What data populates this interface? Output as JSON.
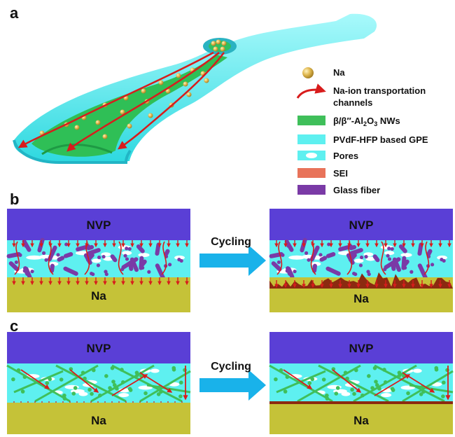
{
  "panels": {
    "a": "a",
    "b": "b",
    "c": "c"
  },
  "legend": {
    "na": "Na",
    "channels_line1": "Na-ion transportation",
    "channels_line2": "channels",
    "nw_prefix": "β/β″-Al",
    "nw_sub1": "2",
    "nw_mid": "O",
    "nw_sub2": "3",
    "nw_suffix": " NWs",
    "gpe": "PVdF-HFP based GPE",
    "pores": "Pores",
    "sei": "SEI",
    "glass": "Glass fiber"
  },
  "layers": {
    "top": "NVP",
    "bottom": "Na"
  },
  "process": {
    "label": "Cycling"
  },
  "colors": {
    "nvp": "#5a3fd6",
    "na_metal": "#c5c238",
    "gpe": "#5ef0f0",
    "nanowire": "#3fbf5a",
    "glass_fiber": "#7a3aa6",
    "sei": "#8b2a10",
    "arrow_red": "#d81c1c",
    "process_arrow": "#19b2ea",
    "na_ball": "#d9b24a"
  }
}
